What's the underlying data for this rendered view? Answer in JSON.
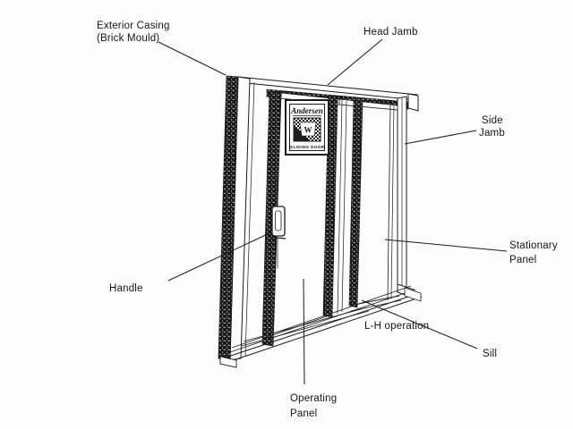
{
  "figure": {
    "type": "technical-line-diagram",
    "subject": "gliding patio door, perspective view with part callouts",
    "colors": {
      "background": "#fcfcfc",
      "line": "#1c1c1c",
      "text": "#151515",
      "stipple_dark": "#161616"
    }
  },
  "callouts": {
    "exterior_casing": {
      "line1": "Exterior Casing",
      "line2": "(Brick Mould)"
    },
    "head_jamb": {
      "line1": "Head Jamb"
    },
    "side_jamb": {
      "line1": "Side",
      "line2": "Jamb"
    },
    "stationary_panel": {
      "line1": "Stationary",
      "line2": "Panel"
    },
    "handle": {
      "line1": "Handle"
    },
    "lh_operation": {
      "line1": "L-H operation"
    },
    "sill": {
      "line1": "Sill"
    },
    "operating_panel": {
      "line1": "Operating",
      "line2": "Panel"
    }
  },
  "sticker": {
    "brand": "Andersen",
    "product": "GLIDING DOOR",
    "monogram": "W"
  }
}
